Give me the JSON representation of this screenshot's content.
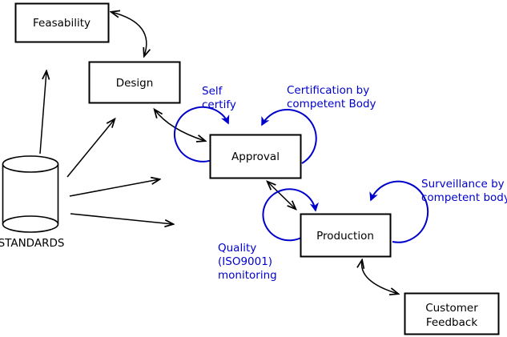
{
  "diagram": {
    "nodes": {
      "feasability": {
        "label": "Feasability"
      },
      "design": {
        "label": "Design"
      },
      "approval": {
        "label": "Approval"
      },
      "production": {
        "label": "Production"
      },
      "customer_feedback": {
        "line1": "Customer",
        "line2": "Feedback"
      },
      "standards": {
        "label": "STANDARDS"
      }
    },
    "annotations": {
      "self_certify": {
        "line1": "Self",
        "line2": "certify"
      },
      "certification": {
        "line1": "Certification by",
        "line2": "competent Body"
      },
      "surveillance": {
        "line1": "Surveillance by",
        "line2": "competent body"
      },
      "quality": {
        "line1": "Quality",
        "line2": "(ISO9001)",
        "line3": "monitoring"
      }
    },
    "colors": {
      "annotation_blue": "#0000cc",
      "line_black": "#000000",
      "background": "#ffffff"
    }
  }
}
